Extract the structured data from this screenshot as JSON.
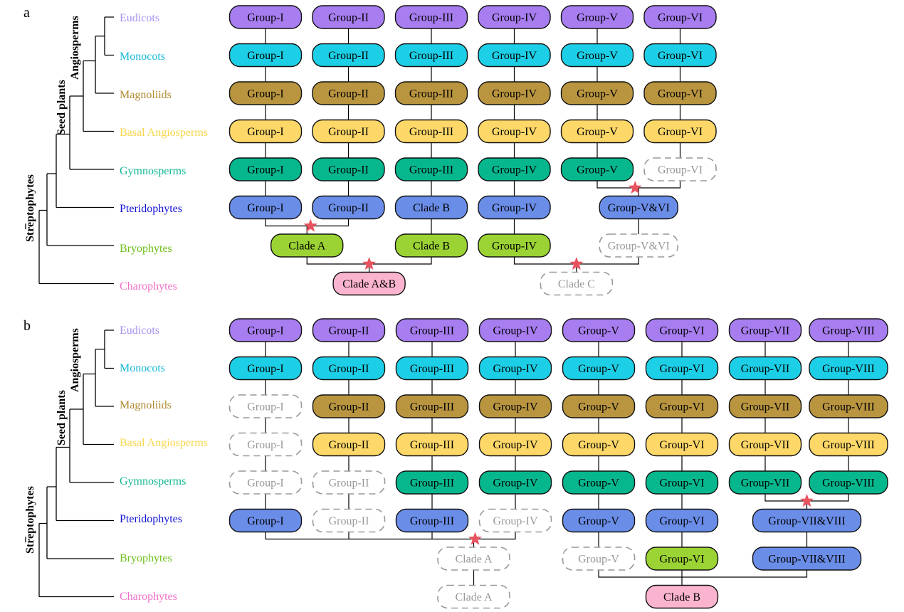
{
  "colors": {
    "eudicots": "#a77df0",
    "monocots": "#1dcfe6",
    "magnoliids": "#b99540",
    "basal": "#fdd869",
    "gymnosperms": "#06b78e",
    "pteridophytes": "#6a8de8",
    "bryophytes": "#9bd334",
    "charophytes": "#fbb4cf",
    "missing_text": "#999999",
    "star": "#e8535f",
    "taxon_eudicots": "#a892f0",
    "taxon_monocots": "#18b8d8",
    "taxon_magnoliids": "#b08a2e",
    "taxon_basal": "#f7d64a",
    "taxon_gymnosperms": "#14b894",
    "taxon_pteridophytes": "#1212d6",
    "taxon_bryophytes": "#6fc01a",
    "taxon_charophytes": "#f070c8"
  },
  "panels": [
    {
      "letter": "a",
      "taxa": [
        "Eudicots",
        "Monocots",
        "Magnoliids",
        "Basal Angiosperms",
        "Gymnosperms",
        "Pteridophytes",
        "Bryophytes",
        "Charophytes"
      ],
      "tree_labels": {
        "streptophytes": "Streptophytes",
        "seed_plants": "Seed plants",
        "angiosperms": "Angiosperms"
      },
      "nodes": [
        {
          "label": "Group-I",
          "col": 0,
          "row": 0,
          "kind": "eudicots"
        },
        {
          "label": "Group-II",
          "col": 1,
          "row": 0,
          "kind": "eudicots"
        },
        {
          "label": "Group-III",
          "col": 2,
          "row": 0,
          "kind": "eudicots"
        },
        {
          "label": "Group-IV",
          "col": 3,
          "row": 0,
          "kind": "eudicots"
        },
        {
          "label": "Group-V",
          "col": 4,
          "row": 0,
          "kind": "eudicots"
        },
        {
          "label": "Group-VI",
          "col": 5,
          "row": 0,
          "kind": "eudicots"
        },
        {
          "label": "Group-I",
          "col": 0,
          "row": 1,
          "kind": "monocots"
        },
        {
          "label": "Group-II",
          "col": 1,
          "row": 1,
          "kind": "monocots"
        },
        {
          "label": "Group-III",
          "col": 2,
          "row": 1,
          "kind": "monocots"
        },
        {
          "label": "Group-IV",
          "col": 3,
          "row": 1,
          "kind": "monocots"
        },
        {
          "label": "Group-V",
          "col": 4,
          "row": 1,
          "kind": "monocots"
        },
        {
          "label": "Group-VI",
          "col": 5,
          "row": 1,
          "kind": "monocots"
        },
        {
          "label": "Group-I",
          "col": 0,
          "row": 2,
          "kind": "magnoliids"
        },
        {
          "label": "Group-II",
          "col": 1,
          "row": 2,
          "kind": "magnoliids"
        },
        {
          "label": "Group-III",
          "col": 2,
          "row": 2,
          "kind": "magnoliids"
        },
        {
          "label": "Group-IV",
          "col": 3,
          "row": 2,
          "kind": "magnoliids"
        },
        {
          "label": "Group-V",
          "col": 4,
          "row": 2,
          "kind": "magnoliids"
        },
        {
          "label": "Group-VI",
          "col": 5,
          "row": 2,
          "kind": "magnoliids"
        },
        {
          "label": "Group-I",
          "col": 0,
          "row": 3,
          "kind": "basal"
        },
        {
          "label": "Group-II",
          "col": 1,
          "row": 3,
          "kind": "basal"
        },
        {
          "label": "Group-III",
          "col": 2,
          "row": 3,
          "kind": "basal"
        },
        {
          "label": "Group-IV",
          "col": 3,
          "row": 3,
          "kind": "basal"
        },
        {
          "label": "Group-V",
          "col": 4,
          "row": 3,
          "kind": "basal"
        },
        {
          "label": "Group-VI",
          "col": 5,
          "row": 3,
          "kind": "basal"
        },
        {
          "label": "Group-I",
          "col": 0,
          "row": 4,
          "kind": "gymnosperms"
        },
        {
          "label": "Group-II",
          "col": 1,
          "row": 4,
          "kind": "gymnosperms"
        },
        {
          "label": "Group-III",
          "col": 2,
          "row": 4,
          "kind": "gymnosperms"
        },
        {
          "label": "Group-IV",
          "col": 3,
          "row": 4,
          "kind": "gymnosperms"
        },
        {
          "label": "Group-V",
          "col": 4,
          "row": 4,
          "kind": "gymnosperms"
        },
        {
          "label": "Group-VI",
          "col": 5,
          "row": 4,
          "kind": "missing"
        },
        {
          "label": "Group-I",
          "col": 0,
          "row": 5,
          "kind": "pteridophytes"
        },
        {
          "label": "Group-II",
          "col": 1,
          "row": 5,
          "kind": "pteridophytes"
        },
        {
          "label": "Clade B",
          "col": 2,
          "row": 5,
          "kind": "pteridophytes"
        },
        {
          "label": "Group-IV",
          "col": 3,
          "row": 5,
          "kind": "pteridophytes"
        },
        {
          "label": "Group-V&VI",
          "col": 4.5,
          "row": 5,
          "kind": "pteridophytes"
        },
        {
          "label": "Clade A",
          "col": 0.5,
          "row": 6,
          "kind": "bryophytes"
        },
        {
          "label": "Clade B",
          "col": 2,
          "row": 6,
          "kind": "bryophytes"
        },
        {
          "label": "Group-IV",
          "col": 3,
          "row": 6,
          "kind": "bryophytes"
        },
        {
          "label": "Group-V&VI",
          "col": 4.5,
          "row": 6,
          "kind": "missing"
        },
        {
          "label": "Clade A&B",
          "col": 1.25,
          "row": 7,
          "kind": "charophytes"
        },
        {
          "label": "Clade C",
          "col": 3.75,
          "row": 7,
          "kind": "missing"
        }
      ]
    },
    {
      "letter": "b",
      "taxa": [
        "Eudicots",
        "Monocots",
        "Magnoliids",
        "Basal Angiosperms",
        "Gymnosperms",
        "Pteridophytes",
        "Bryophytes",
        "Charophytes"
      ],
      "tree_labels": {
        "streptophytes": "Streptophytes",
        "seed_plants": "Seed plants",
        "angiosperms": "Angiosperms"
      },
      "nodes": [
        {
          "label": "Group-I",
          "col": 0,
          "row": 0,
          "kind": "eudicots"
        },
        {
          "label": "Group-II",
          "col": 1,
          "row": 0,
          "kind": "eudicots"
        },
        {
          "label": "Group-III",
          "col": 2,
          "row": 0,
          "kind": "eudicots"
        },
        {
          "label": "Group-IV",
          "col": 3,
          "row": 0,
          "kind": "eudicots"
        },
        {
          "label": "Group-V",
          "col": 4,
          "row": 0,
          "kind": "eudicots"
        },
        {
          "label": "Group-VI",
          "col": 5,
          "row": 0,
          "kind": "eudicots"
        },
        {
          "label": "Group-VII",
          "col": 6,
          "row": 0,
          "kind": "eudicots"
        },
        {
          "label": "Group-VIII",
          "col": 7,
          "row": 0,
          "kind": "eudicots"
        },
        {
          "label": "Group-I",
          "col": 0,
          "row": 1,
          "kind": "monocots"
        },
        {
          "label": "Group-II",
          "col": 1,
          "row": 1,
          "kind": "monocots"
        },
        {
          "label": "Group-III",
          "col": 2,
          "row": 1,
          "kind": "monocots"
        },
        {
          "label": "Group-IV",
          "col": 3,
          "row": 1,
          "kind": "monocots"
        },
        {
          "label": "Group-V",
          "col": 4,
          "row": 1,
          "kind": "monocots"
        },
        {
          "label": "Group-VI",
          "col": 5,
          "row": 1,
          "kind": "monocots"
        },
        {
          "label": "Group-VII",
          "col": 6,
          "row": 1,
          "kind": "monocots"
        },
        {
          "label": "Group-VIII",
          "col": 7,
          "row": 1,
          "kind": "monocots"
        },
        {
          "label": "Group-I",
          "col": 0,
          "row": 2,
          "kind": "missing"
        },
        {
          "label": "Group-II",
          "col": 1,
          "row": 2,
          "kind": "magnoliids"
        },
        {
          "label": "Group-III",
          "col": 2,
          "row": 2,
          "kind": "magnoliids"
        },
        {
          "label": "Group-IV",
          "col": 3,
          "row": 2,
          "kind": "magnoliids"
        },
        {
          "label": "Group-V",
          "col": 4,
          "row": 2,
          "kind": "magnoliids"
        },
        {
          "label": "Group-VI",
          "col": 5,
          "row": 2,
          "kind": "magnoliids"
        },
        {
          "label": "Group-VII",
          "col": 6,
          "row": 2,
          "kind": "magnoliids"
        },
        {
          "label": "Group-VIII",
          "col": 7,
          "row": 2,
          "kind": "magnoliids"
        },
        {
          "label": "Group-I",
          "col": 0,
          "row": 3,
          "kind": "missing"
        },
        {
          "label": "Group-II",
          "col": 1,
          "row": 3,
          "kind": "basal"
        },
        {
          "label": "Group-III",
          "col": 2,
          "row": 3,
          "kind": "basal"
        },
        {
          "label": "Group-IV",
          "col": 3,
          "row": 3,
          "kind": "basal"
        },
        {
          "label": "Group-V",
          "col": 4,
          "row": 3,
          "kind": "basal"
        },
        {
          "label": "Group-VI",
          "col": 5,
          "row": 3,
          "kind": "basal"
        },
        {
          "label": "Group-VII",
          "col": 6,
          "row": 3,
          "kind": "basal"
        },
        {
          "label": "Group-VIII",
          "col": 7,
          "row": 3,
          "kind": "basal"
        },
        {
          "label": "Group-I",
          "col": 0,
          "row": 4,
          "kind": "missing"
        },
        {
          "label": "Group-II",
          "col": 1,
          "row": 4,
          "kind": "missing"
        },
        {
          "label": "Group-III",
          "col": 2,
          "row": 4,
          "kind": "gymnosperms"
        },
        {
          "label": "Group-IV",
          "col": 3,
          "row": 4,
          "kind": "gymnosperms"
        },
        {
          "label": "Group-V",
          "col": 4,
          "row": 4,
          "kind": "gymnosperms"
        },
        {
          "label": "Group-VI",
          "col": 5,
          "row": 4,
          "kind": "gymnosperms"
        },
        {
          "label": "Group-VII",
          "col": 6,
          "row": 4,
          "kind": "gymnosperms"
        },
        {
          "label": "Group-VIII",
          "col": 7,
          "row": 4,
          "kind": "gymnosperms"
        },
        {
          "label": "Group-I",
          "col": 0,
          "row": 5,
          "kind": "pteridophytes"
        },
        {
          "label": "Group-II",
          "col": 1,
          "row": 5,
          "kind": "missing"
        },
        {
          "label": "Group-III",
          "col": 2,
          "row": 5,
          "kind": "pteridophytes"
        },
        {
          "label": "Group-IV",
          "col": 3,
          "row": 5,
          "kind": "missing"
        },
        {
          "label": "Group-V",
          "col": 4,
          "row": 5,
          "kind": "pteridophytes"
        },
        {
          "label": "Group-VI",
          "col": 5,
          "row": 5,
          "kind": "pteridophytes"
        },
        {
          "label": "Group-VII&VIII",
          "col": 6.5,
          "row": 5,
          "kind": "pteridophytes"
        },
        {
          "label": "Clade A",
          "col": 2.5,
          "row": 6,
          "kind": "missing"
        },
        {
          "label": "Group-V",
          "col": 4,
          "row": 6,
          "kind": "missing"
        },
        {
          "label": "Group-VI",
          "col": 5,
          "row": 6,
          "kind": "bryophytes"
        },
        {
          "label": "Group-VII&VIII",
          "col": 6.5,
          "row": 6,
          "kind": "pteridophytes"
        },
        {
          "label": "Clade A",
          "col": 2.5,
          "row": 7,
          "kind": "missing"
        },
        {
          "label": "Clade B",
          "col": 5,
          "row": 7,
          "kind": "charophytes"
        }
      ]
    }
  ]
}
